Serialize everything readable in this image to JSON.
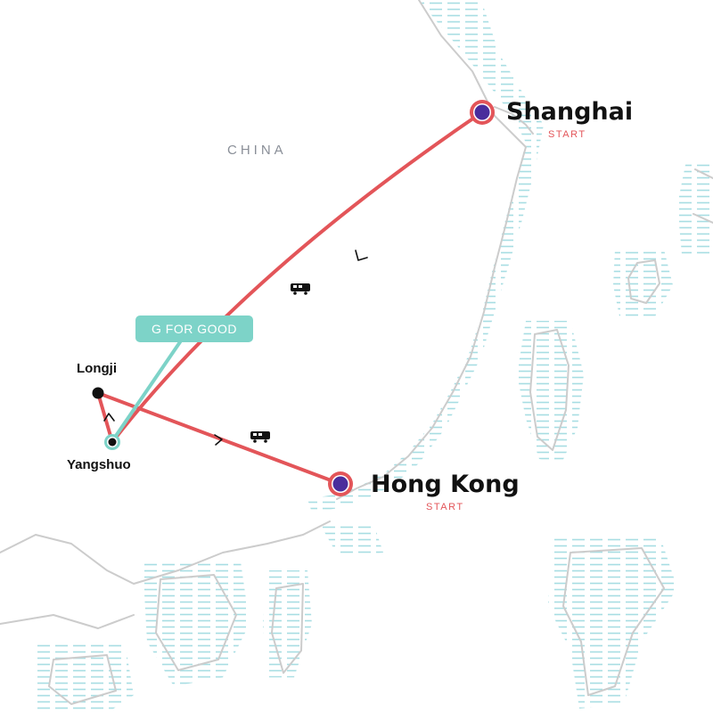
{
  "map": {
    "country_label": "CHINA",
    "cities": {
      "shanghai": {
        "name": "Shanghai",
        "tag": "START"
      },
      "hong_kong": {
        "name": "Hong Kong",
        "tag": "START"
      },
      "longji": {
        "name": "Longji"
      },
      "yangshuo": {
        "name": "Yangshuo"
      }
    },
    "badge": {
      "label": "G FOR GOOD"
    },
    "icons": [
      "train-icon",
      "train-icon",
      "direction-arrow-icon"
    ],
    "colors": {
      "route": "#e35559",
      "accent": "#7dd3c8",
      "major_stop": "#4a2d9c",
      "water_lines": "#a7dde3",
      "coastline": "#cccccc"
    }
  }
}
